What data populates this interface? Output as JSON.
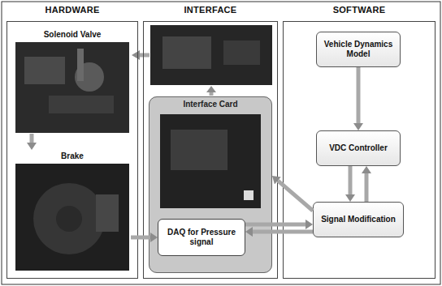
{
  "diagram": {
    "nodes": [
      {
        "text": [
          "HARDWARE"
        ]
      },
      {
        "text": [
          "Solenoid Valve"
        ],
        "in": 0
      },
      {
        "text": [
          "Brake"
        ],
        "in": 0
      },
      {
        "text": [
          "INTERFACE"
        ]
      },
      {
        "text": [
          "Interface Card"
        ],
        "in": 3
      },
      {
        "text": [
          "DAQ for Pressure signal"
        ],
        "in": 4
      },
      {
        "text": [
          "SOFTWARE"
        ]
      },
      {
        "text": [
          "Vehicle Dynamics Model"
        ],
        "in": 6
      },
      {
        "text": [
          "VDC Controller"
        ],
        "in": 6
      },
      {
        "text": [
          "Signal Modification"
        ],
        "in": 6
      }
    ],
    "edges": [
      {
        "from": 1,
        "to": 2,
        "arrow": "to"
      },
      {
        "from": 2,
        "to": 5,
        "arrow": "to"
      },
      {
        "from": 7,
        "to": 8,
        "arrow": "to"
      },
      {
        "from": 8,
        "to": 9,
        "arrow": "to"
      },
      {
        "from": 9,
        "to": 8,
        "arrow": "to"
      },
      {
        "from": 9,
        "to": 4,
        "arrow": "to"
      },
      {
        "from": 5,
        "to": 9,
        "arrow": "to"
      },
      {
        "from": 9,
        "to": 5,
        "arrow": "to"
      }
    ]
  }
}
